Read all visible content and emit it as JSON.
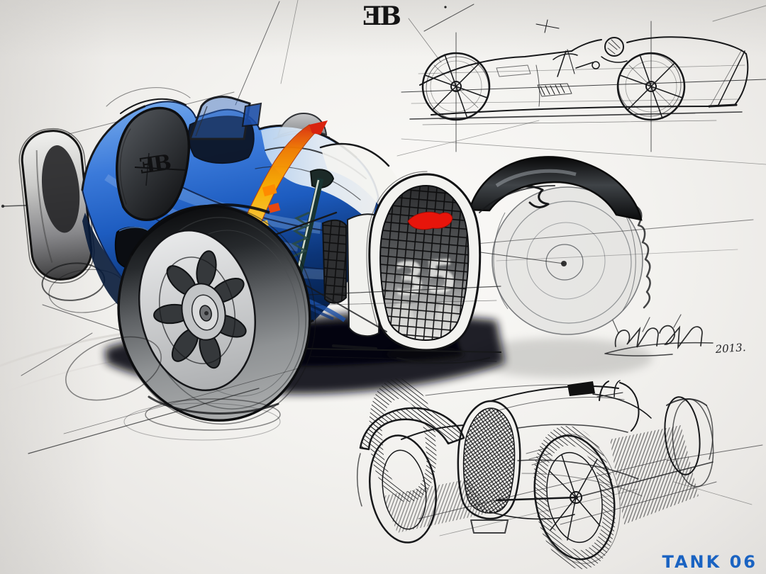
{
  "artwork": {
    "type": "hand-drawn automotive concept sketch page",
    "views": [
      "main colored perspective sketch",
      "side elevation line sketch",
      "front three-quarter line sketch"
    ]
  },
  "logo": {
    "text": "ƎB",
    "color": "#141414"
  },
  "main_sketch": {
    "headrest_logo": "ƎB",
    "grille_number": "35",
    "colors": {
      "body_blue": "#2b6ed4",
      "body_dark_blue": "#0a2f6e",
      "cowl_light": "#e8eef4",
      "stripe_red": "#d8230f",
      "stripe_orange": "#f07c00",
      "stripe_yellow": "#ffb300",
      "badge_red": "#e8150b",
      "strut_teal": "#27423f",
      "ink": "#17181a"
    }
  },
  "signature": {
    "year": "2013."
  },
  "footer": {
    "label": "TANK 06",
    "color": "#1a63c2"
  }
}
